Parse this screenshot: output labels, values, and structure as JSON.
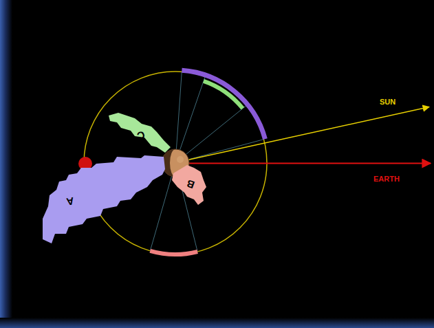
{
  "diagram": {
    "nodes": [
      {
        "text": [
          "C"
        ]
      },
      {
        "text": [
          "A"
        ]
      },
      {
        "text": [
          "B"
        ]
      }
    ],
    "labels": [
      "SUN",
      "EARTH"
    ]
  }
}
